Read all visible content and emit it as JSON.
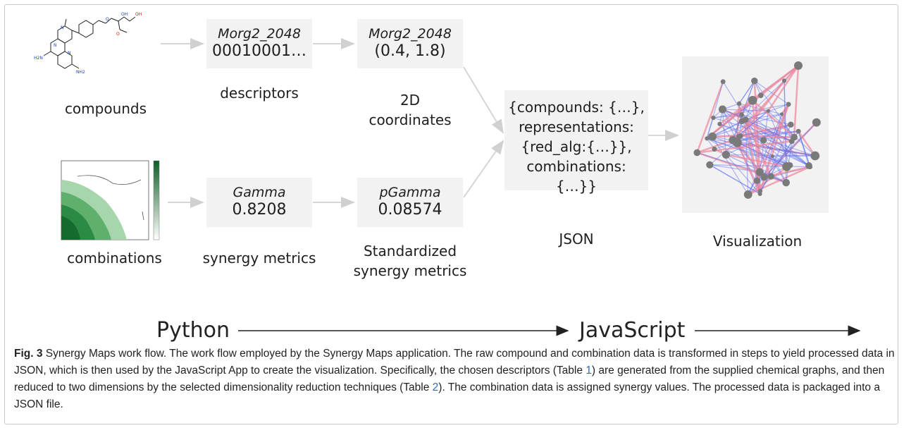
{
  "compounds": {
    "label": "compounds"
  },
  "combinations": {
    "label": "combinations"
  },
  "descriptor_box": {
    "title": "Morg2_2048",
    "value": "00010001…",
    "label": "descriptors"
  },
  "coord_box": {
    "title": "Morg2_2048",
    "value": "(0.4, 1.8)",
    "label_line1": "2D",
    "label_line2": "coordinates"
  },
  "gamma_box": {
    "title": "Gamma",
    "value": "0.8208",
    "label": "synergy metrics"
  },
  "pgamma_box": {
    "title": "pGamma",
    "value": "0.08574",
    "label_line1": "Standardized",
    "label_line2": "synergy metrics"
  },
  "json_box": {
    "line1": "{compounds: {…},",
    "line2": "representations:",
    "line3": "{red_alg:{…}},",
    "line4": "combinations:",
    "line5": "{…}}",
    "label": "JSON"
  },
  "visualization": {
    "label": "Visualization"
  },
  "languages": {
    "from": "Python",
    "to": "JavaScript"
  },
  "caption": {
    "fig_label": "Fig. 3",
    "before_ref1": "  Synergy Maps work flow. The work flow employed by the Synergy Maps application. The raw compound and combination data is transformed in steps to yield processed data in JSON, which is then used by the JavaScript App to create the visualization. Specifically, the chosen descriptors (Table ",
    "ref1": "1",
    "between_refs": ") are generated from the supplied chemical graphs, and then reduced to two dimensions by the selected dimensionality reduction techniques (Table ",
    "ref2": "2",
    "after_ref2": "). The combination data is assigned synergy values. The processed data is packaged into a JSON file."
  },
  "colors": {
    "box_fill": "#f2f2f2",
    "node": "#7a7a7a",
    "edge_blue": "#5b6cf0",
    "edge_red": "#f0859a",
    "heatmap": "#1f7a35"
  }
}
